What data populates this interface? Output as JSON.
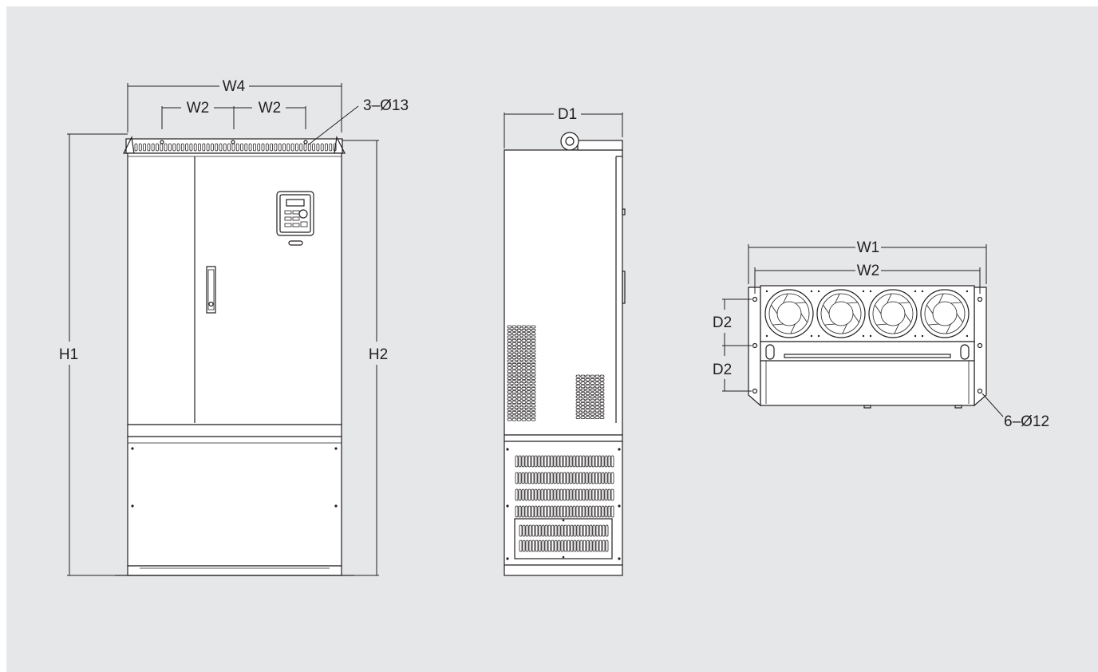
{
  "front_view": {
    "labels": {
      "w4": "W4",
      "w2_left": "W2",
      "w2_right": "W2",
      "holes": "3–Ø13",
      "h1": "H1",
      "h2": "H2"
    }
  },
  "side_view": {
    "labels": {
      "d1": "D1"
    }
  },
  "bottom_view": {
    "labels": {
      "w1": "W1",
      "w2": "W2",
      "d2_top": "D2",
      "d2_bottom": "D2",
      "holes": "6–Ø12"
    }
  },
  "colors": {
    "background": "#e6e7e9",
    "line": "#231f20",
    "body": "#ffffff"
  }
}
